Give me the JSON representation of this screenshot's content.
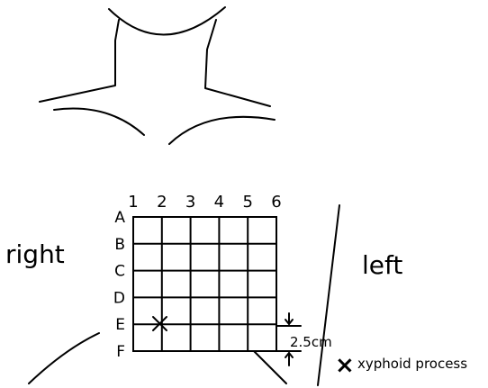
{
  "columns": [
    "1",
    "2",
    "3",
    "4",
    "5",
    "6"
  ],
  "rows": [
    "A",
    "B",
    "C",
    "D",
    "E",
    "F"
  ],
  "side_labels": {
    "right": "right",
    "left": "left"
  },
  "measurement": "2.5cm",
  "legend": {
    "label": "xyphoid process",
    "marker": "×"
  },
  "marker_position": {
    "column": "2",
    "row_line": "E"
  },
  "colors": {
    "ink": "#000000",
    "background": "#ffffff"
  }
}
